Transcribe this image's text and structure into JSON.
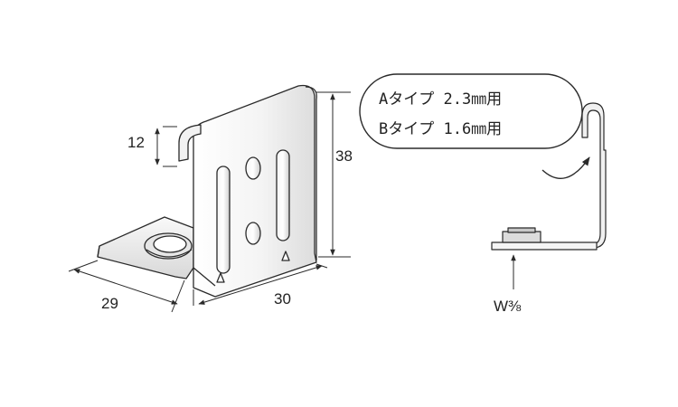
{
  "dimensions": {
    "height_top": "12",
    "height": "38",
    "depth": "29",
    "width": "30"
  },
  "callout": {
    "line_a": "Aタイプ 2.3㎜用",
    "line_b": "Bタイプ 1.6㎜用"
  },
  "bolt_label": "W⅜",
  "colors": {
    "stroke": "#2a2a2a",
    "metal_light": "#f7f7f7",
    "metal_mid": "#e3e3e3",
    "metal_dark": "#c9c9c9"
  }
}
